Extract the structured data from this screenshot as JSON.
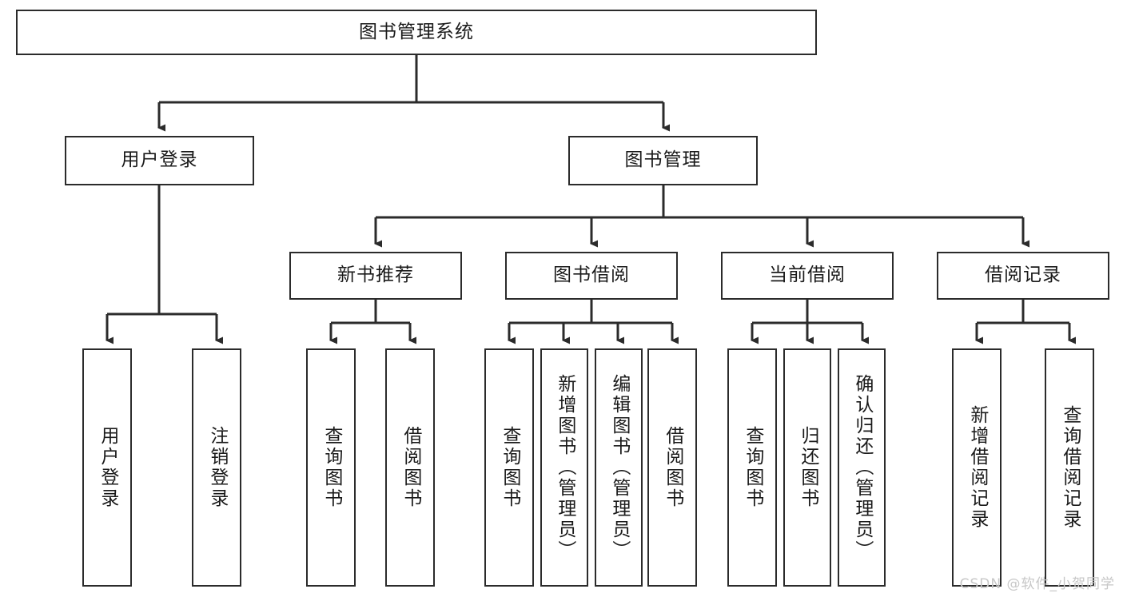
{
  "diagram": {
    "title": "图书管理系统",
    "root": {
      "label": "图书管理系统"
    },
    "level2": [
      {
        "label": "用户登录"
      },
      {
        "label": "图书管理"
      }
    ],
    "level3": [
      {
        "label": "新书推荐"
      },
      {
        "label": "图书借阅"
      },
      {
        "label": "当前借阅"
      },
      {
        "label": "借阅记录"
      }
    ],
    "leaves": [
      {
        "label": "用户登录"
      },
      {
        "label": "注销登录"
      },
      {
        "label": "查询图书"
      },
      {
        "label": "借阅图书"
      },
      {
        "label": "查询图书"
      },
      {
        "label": "新增图书（管理员）"
      },
      {
        "label": "编辑图书（管理员）"
      },
      {
        "label": "借阅图书"
      },
      {
        "label": "查询图书"
      },
      {
        "label": "归还图书"
      },
      {
        "label": "确认归还（管理员）"
      },
      {
        "label": "新增借阅记录"
      },
      {
        "label": "查询借阅记录"
      }
    ],
    "watermark": "CSDN @软件_小贺同学",
    "colors": {
      "stroke": "#2b2b2b",
      "fill": "#ffffff",
      "text": "#1a1a1a",
      "watermark": "#c7c7c7"
    }
  }
}
